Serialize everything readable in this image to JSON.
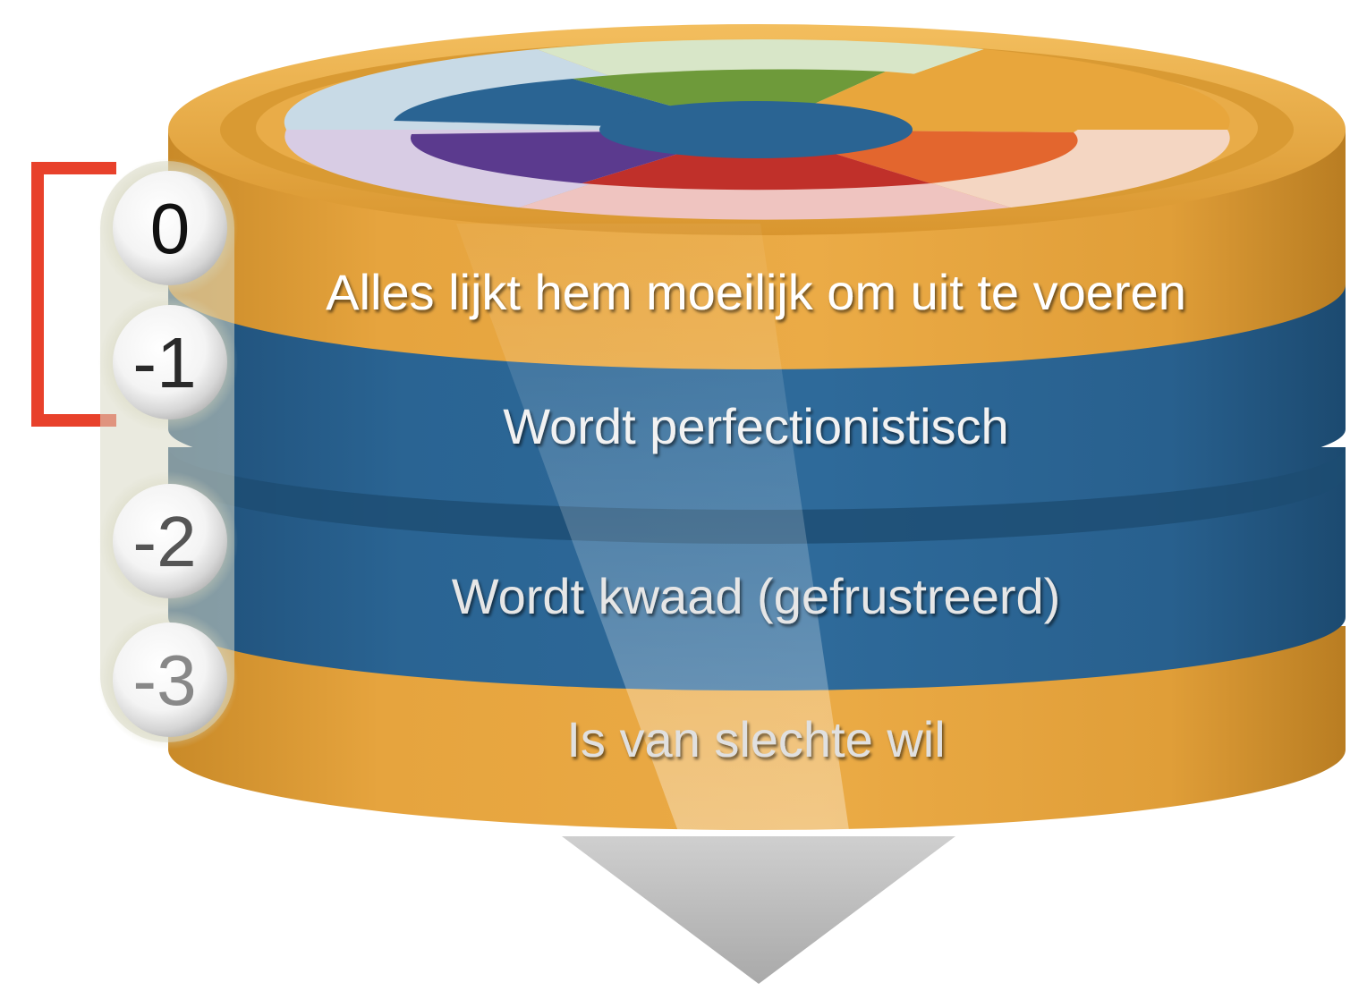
{
  "colors": {
    "orange": "#E8A63C",
    "blue": "#2A6493",
    "bracket": "#E8412B",
    "arrow": "#BDBDBD",
    "wheel_segments": [
      "#9E7DB8",
      "#2A6493",
      "#7A9A3F",
      "#E8A63C",
      "#E3662E",
      "#C0302A"
    ]
  },
  "levels": [
    {
      "number": "0",
      "label": "Alles lijkt hem moeilijk om uit te voeren"
    },
    {
      "number": "-1",
      "label": "Wordt perfectionistisch"
    },
    {
      "number": "-2",
      "label": "Wordt kwaad (gefrustreerd)"
    },
    {
      "number": "-3",
      "label": "Is van slechte wil"
    }
  ],
  "bracket": {
    "spans_levels": [
      "0",
      "-1"
    ]
  },
  "arrow": {
    "direction": "down"
  }
}
